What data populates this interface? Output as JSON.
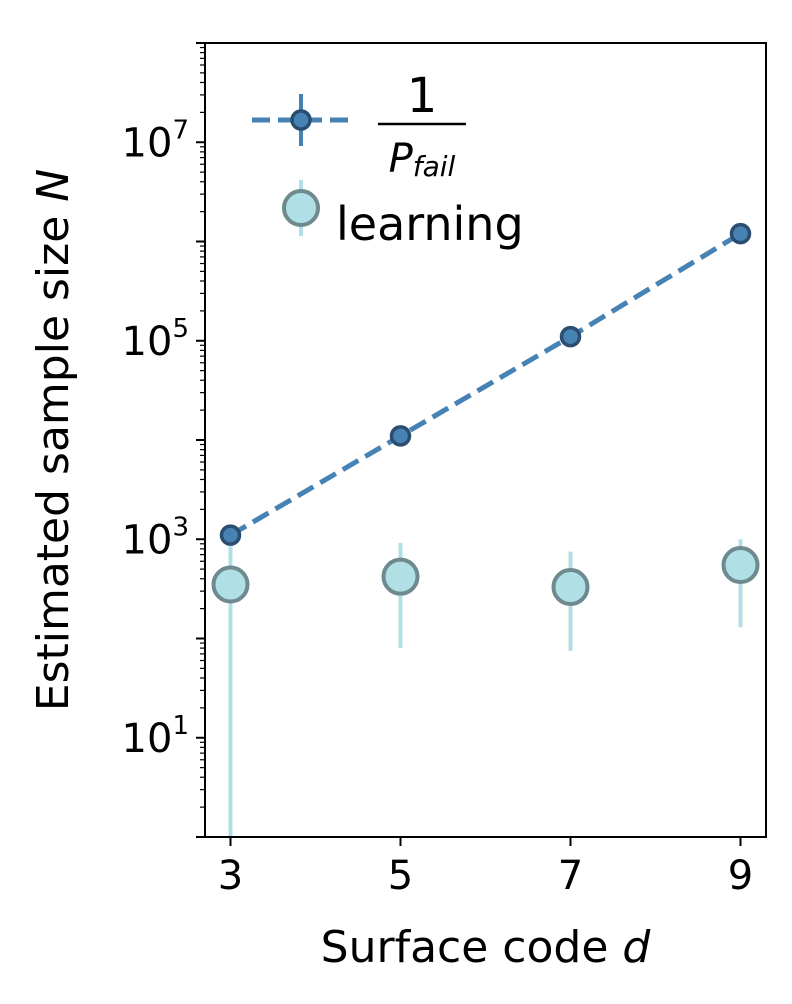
{
  "chart_data": {
    "type": "scatter",
    "xlabel_text": "Surface code ",
    "xlabel_var": "d",
    "ylabel_text": "Estimated sample size ",
    "ylabel_var": "N",
    "x_ticks": [
      3,
      5,
      7,
      9
    ],
    "x_tick_labels": [
      "3",
      "5",
      "7",
      "9"
    ],
    "xlim": [
      2.7,
      9.3
    ],
    "y_scale": "log",
    "ylim": [
      1,
      100000000
    ],
    "y_ticks": [
      {
        "value": 10,
        "base": "10",
        "exp": "1"
      },
      {
        "value": 1000,
        "base": "10",
        "exp": "3"
      },
      {
        "value": 100000,
        "base": "10",
        "exp": "5"
      },
      {
        "value": 10000000,
        "base": "10",
        "exp": "7"
      }
    ],
    "legend_position": "top-left",
    "series": [
      {
        "key": "pfail",
        "legend_numerator": "1",
        "legend_denominator": "P",
        "legend_subscript": "fail",
        "color": "#4682b4",
        "marker_edge": "#2a4d70",
        "style": "dashed-line-with-points",
        "x": [
          3,
          5,
          7,
          9
        ],
        "y": [
          1100,
          11000,
          110000,
          1200000
        ]
      },
      {
        "key": "learning",
        "name": "learning",
        "color": "#b0e0e6",
        "marker_edge": "#6e8a8e",
        "style": "points-with-errorbars",
        "x": [
          3,
          5,
          7,
          9
        ],
        "y": [
          350,
          420,
          330,
          550
        ],
        "y_err_low": [
          1,
          80,
          75,
          130
        ],
        "y_err_high": [
          850,
          920,
          750,
          1000
        ]
      }
    ]
  }
}
